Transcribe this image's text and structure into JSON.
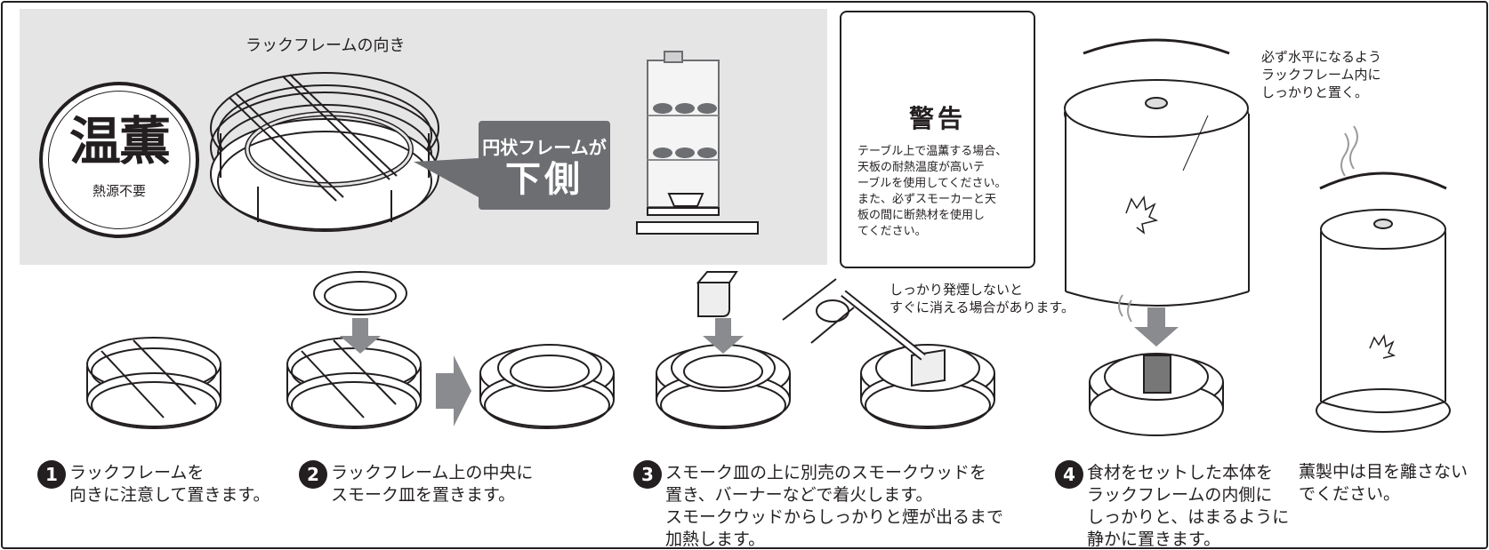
{
  "badge": {
    "title": "温薫",
    "subtitle": "熱源不要"
  },
  "rack_caption": "ラックフレームの向き",
  "callout": {
    "small": "円状フレームが",
    "big": "下側"
  },
  "warning": {
    "title": "警告",
    "lines": [
      "テーブル上で温薫する場合、",
      "天板の耐熱温度が高いテ",
      "ーブルを使用してください。",
      "また、必ずスモーカーと天",
      "板の間に断熱材を使用し",
      "てください。"
    ]
  },
  "notes": {
    "level": [
      "必ず水平になるよう",
      "ラックフレーム内に",
      "しっかりと置く。"
    ],
    "smoke": [
      "しっかり発煙しないと",
      "すぐに消える場合があります。"
    ]
  },
  "steps": [
    {
      "num": "1",
      "lines": [
        "ラックフレームを",
        "向きに注意して置きます。"
      ]
    },
    {
      "num": "2",
      "lines": [
        "ラックフレーム上の中央に",
        "スモーク皿を置きます。"
      ]
    },
    {
      "num": "3",
      "lines": [
        "スモーク皿の上に別売のスモークウッドを",
        "置き、バーナーなどで着火します。",
        "スモークウッドからしっかりと煙が出るまで",
        "加熱します。"
      ]
    },
    {
      "num": "4",
      "lines": [
        "食材をセットした本体を",
        "ラックフレームの内側に",
        "しっかりと、はまるように",
        "静かに置きます。"
      ]
    }
  ],
  "final_note": [
    "薫製中は目を離さない",
    "でください。"
  ],
  "icons": [
    "warning-triangle-icon",
    "down-arrow-icon",
    "right-arrow-icon",
    "maple-leaf-logo-icon",
    "steam-icon"
  ],
  "colors": {
    "panel": "#e5e5e6",
    "callout": "#6d6e71",
    "ink": "#231f20",
    "arrow": "#8a8b8e"
  }
}
